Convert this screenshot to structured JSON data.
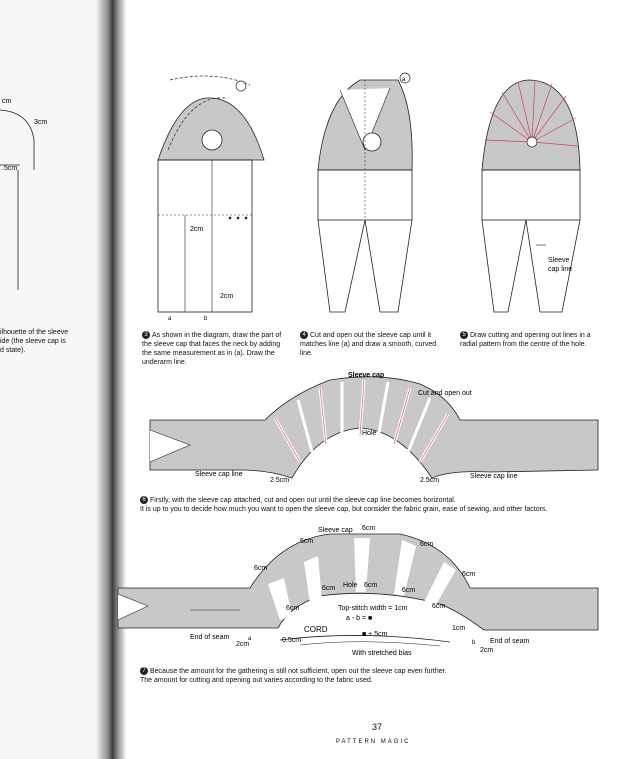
{
  "left_page": {
    "labels": [
      "cm",
      "3cm",
      ".5cm"
    ],
    "caption_lines": [
      "ilhouette of the sleeve",
      "ide (the sleeve cap is",
      "d state)."
    ]
  },
  "diagrams": {
    "d1": {
      "labels": [
        "2cm",
        "2cm",
        "a",
        "b"
      ]
    },
    "d2": {
      "labels": [
        "a"
      ]
    },
    "d3": {
      "labels": [
        "Sleeve",
        "cap line"
      ]
    }
  },
  "captions": {
    "c3": {
      "num": "3",
      "lines": [
        "As shown in the diagram, draw the part of",
        "the sleeve cap that faces the neck by adding",
        "the same measurement as in (a). Draw the",
        "underarm line."
      ]
    },
    "c4": {
      "num": "4",
      "lines": [
        "Cut and open out the sleeve cap until it",
        "matches line (a) and draw a smooth, curved line."
      ]
    },
    "c5": {
      "num": "5",
      "lines": [
        "Draw cutting and opening out lines in a",
        "radial pattern from the centre of the hole."
      ]
    },
    "c6": {
      "num": "6",
      "lines": [
        "Firstly, with the sleeve cap attached, cut and open out until the sleeve cap line becomes horizontal.",
        "It is up to you to decide how much you want to open the sleeve cap, but consider the fabric grain, ease of sewing, and other factors."
      ]
    },
    "c7": {
      "num": "7",
      "lines": [
        "Because the amount for the gathering is still not sufficient, open out the sleeve cap even further.",
        "The amount for cutting and opening out varies according to the fabric used."
      ]
    }
  },
  "mid_diagram": {
    "labels": [
      "Sleeve cap",
      "Cut and open out",
      "Hole",
      "Sleeve cap line",
      "2.5cm",
      "2.5cm",
      "Sleeve cap line"
    ]
  },
  "bottom_diagram": {
    "labels": [
      "Sleeve cap",
      "6cm",
      "6cm",
      "6cm",
      "6cm",
      "6cm",
      "6cm",
      "Hole",
      "6cm",
      "6cm",
      "6cm",
      "6cm",
      "Top-stitch width = 1cm",
      "a - b = ■",
      "CORD",
      "■ + 5cm",
      "With stretched bias",
      "End of seam",
      "2cm",
      "a",
      "0.5cm",
      "1cm",
      "b",
      "End of seam",
      "2cm"
    ]
  },
  "footer": {
    "page_number": "37",
    "book_title": "PATTERN MAGIC"
  }
}
